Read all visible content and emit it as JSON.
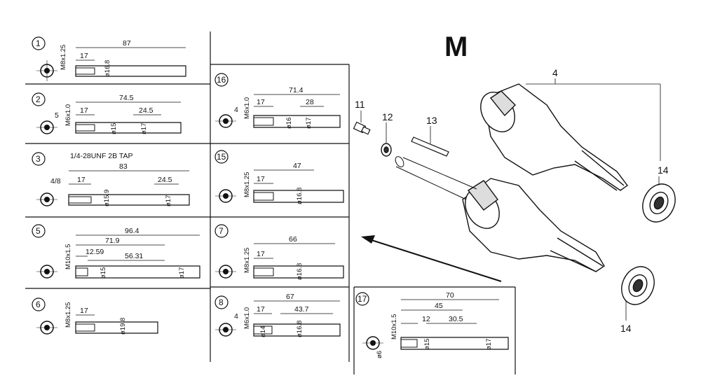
{
  "section_letter": "M",
  "panels": [
    {
      "id": "1",
      "thread": "M8x1.25",
      "dims": [
        "87",
        "17"
      ],
      "dias": [
        "ø16.8"
      ]
    },
    {
      "id": "2",
      "thread": "M6x1.0",
      "dims": [
        "74.5",
        "17",
        "24.5",
        "5"
      ],
      "dias": [
        "ø15",
        "ø17"
      ]
    },
    {
      "id": "3",
      "thread": "1/4-28UNF 2B TAP",
      "dims": [
        "83",
        "17",
        "24.5",
        "4/8"
      ],
      "dias": [
        "ø15.9",
        "ø17"
      ]
    },
    {
      "id": "5",
      "thread": "M10x1.5",
      "dims": [
        "96.4",
        "71.9",
        "12.59",
        "56.31"
      ],
      "dias": [
        "ø15",
        "ø17"
      ]
    },
    {
      "id": "6",
      "thread": "M8x1.25",
      "dims": [
        "17"
      ],
      "dias": [
        "ø19.8"
      ]
    },
    {
      "id": "16",
      "thread": "M6x1.0",
      "dims": [
        "71.4",
        "17",
        "28",
        "4"
      ],
      "dias": [
        "ø16",
        "ø17"
      ]
    },
    {
      "id": "15",
      "thread": "M8x1.25",
      "dims": [
        "47",
        "17"
      ],
      "dias": [
        "ø16.8"
      ]
    },
    {
      "id": "7",
      "thread": "M8x1.25",
      "dims": [
        "66",
        "17"
      ],
      "dias": [
        "ø16.8"
      ]
    },
    {
      "id": "8",
      "thread": "M6x1.0",
      "dims": [
        "67",
        "17",
        "43.7",
        "4"
      ],
      "dias": [
        "ø14",
        "ø16.8"
      ]
    },
    {
      "id": "17",
      "thread": "M10x1.5",
      "dims": [
        "70",
        "45",
        "12",
        "30.5"
      ],
      "dias": [
        "ø15",
        "ø17",
        "ø6"
      ]
    }
  ],
  "callouts": [
    "4",
    "11",
    "12",
    "13",
    "14",
    "14"
  ]
}
